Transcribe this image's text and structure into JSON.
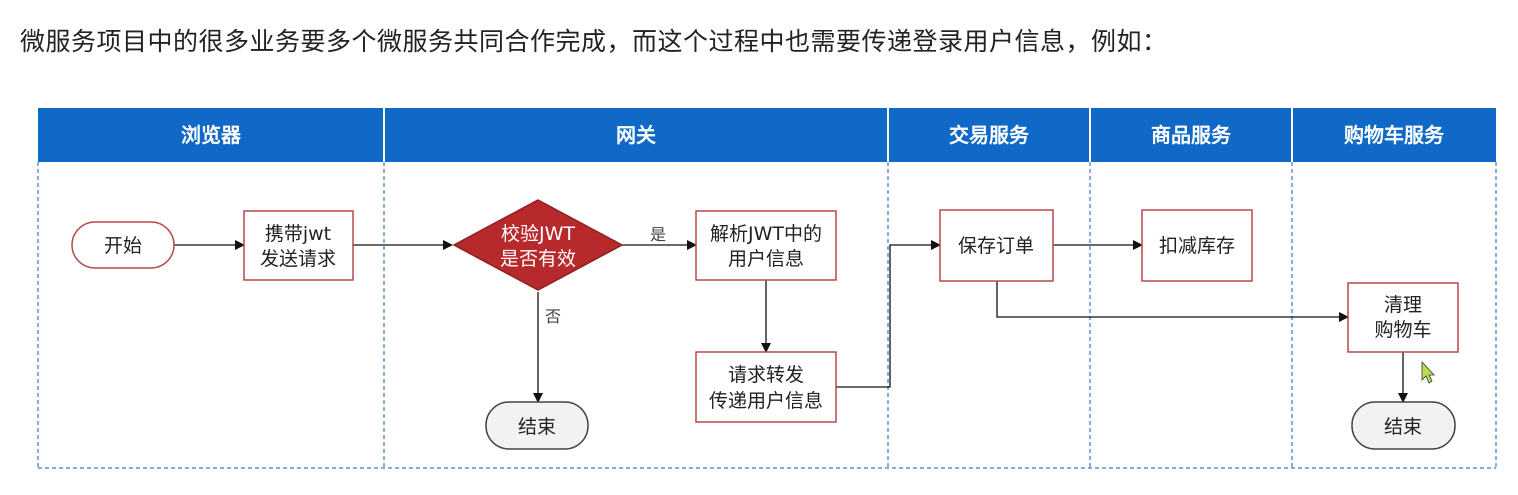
{
  "intro": "微服务项目中的很多业务要多个微服务共同合作完成，而这个过程中也需要传递登录用户信息，例如：",
  "colors": {
    "header": "#1069c7",
    "frame": "#3a76c4",
    "node_border": "#b8494a",
    "decision_fill": "#b8292c",
    "edge": "#111111"
  },
  "lanes": [
    "浏览器",
    "网关",
    "交易服务",
    "商品服务",
    "购物车服务"
  ],
  "nodes": {
    "start": [
      "开始"
    ],
    "send_request": [
      "携带jwt",
      "发送请求"
    ],
    "verify_jwt": [
      "校验JWT",
      "是否有效"
    ],
    "parse_jwt": [
      "解析JWT中的",
      "用户信息"
    ],
    "forward": [
      "请求转发",
      "传递用户信息"
    ],
    "end_gateway": [
      "结束"
    ],
    "save_order": [
      "保存订单"
    ],
    "deduct_stock": [
      "扣减库存"
    ],
    "clear_cart": [
      "清理",
      "购物车"
    ],
    "end_cart": [
      "结束"
    ]
  },
  "edge_labels": {
    "yes": "是",
    "no": "否"
  }
}
